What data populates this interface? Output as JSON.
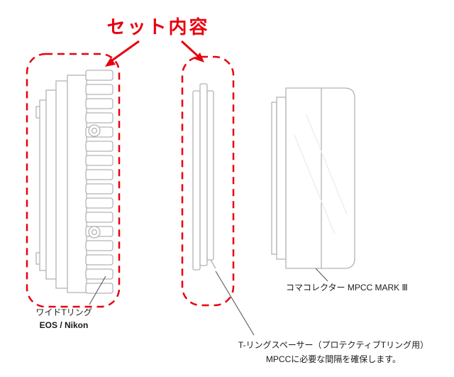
{
  "title": "セット内容",
  "items": {
    "t_ring": {
      "label_line1": "ワイドTリング",
      "label_line2": "EOS / Nikon"
    },
    "spacer": {
      "caption_line1": "T-リングスペーサー（プロテクティブTリング用）",
      "caption_line2": "MPCCに必要な間隔を確保します。"
    },
    "corrector": {
      "label": "コマコレクター MPCC MARK Ⅲ"
    }
  },
  "colors": {
    "accent_red": "#e8000f",
    "drawing_gray": "#b3b3b3",
    "connector_gray": "#4d4d4d",
    "text_black": "#1a1a1a"
  }
}
